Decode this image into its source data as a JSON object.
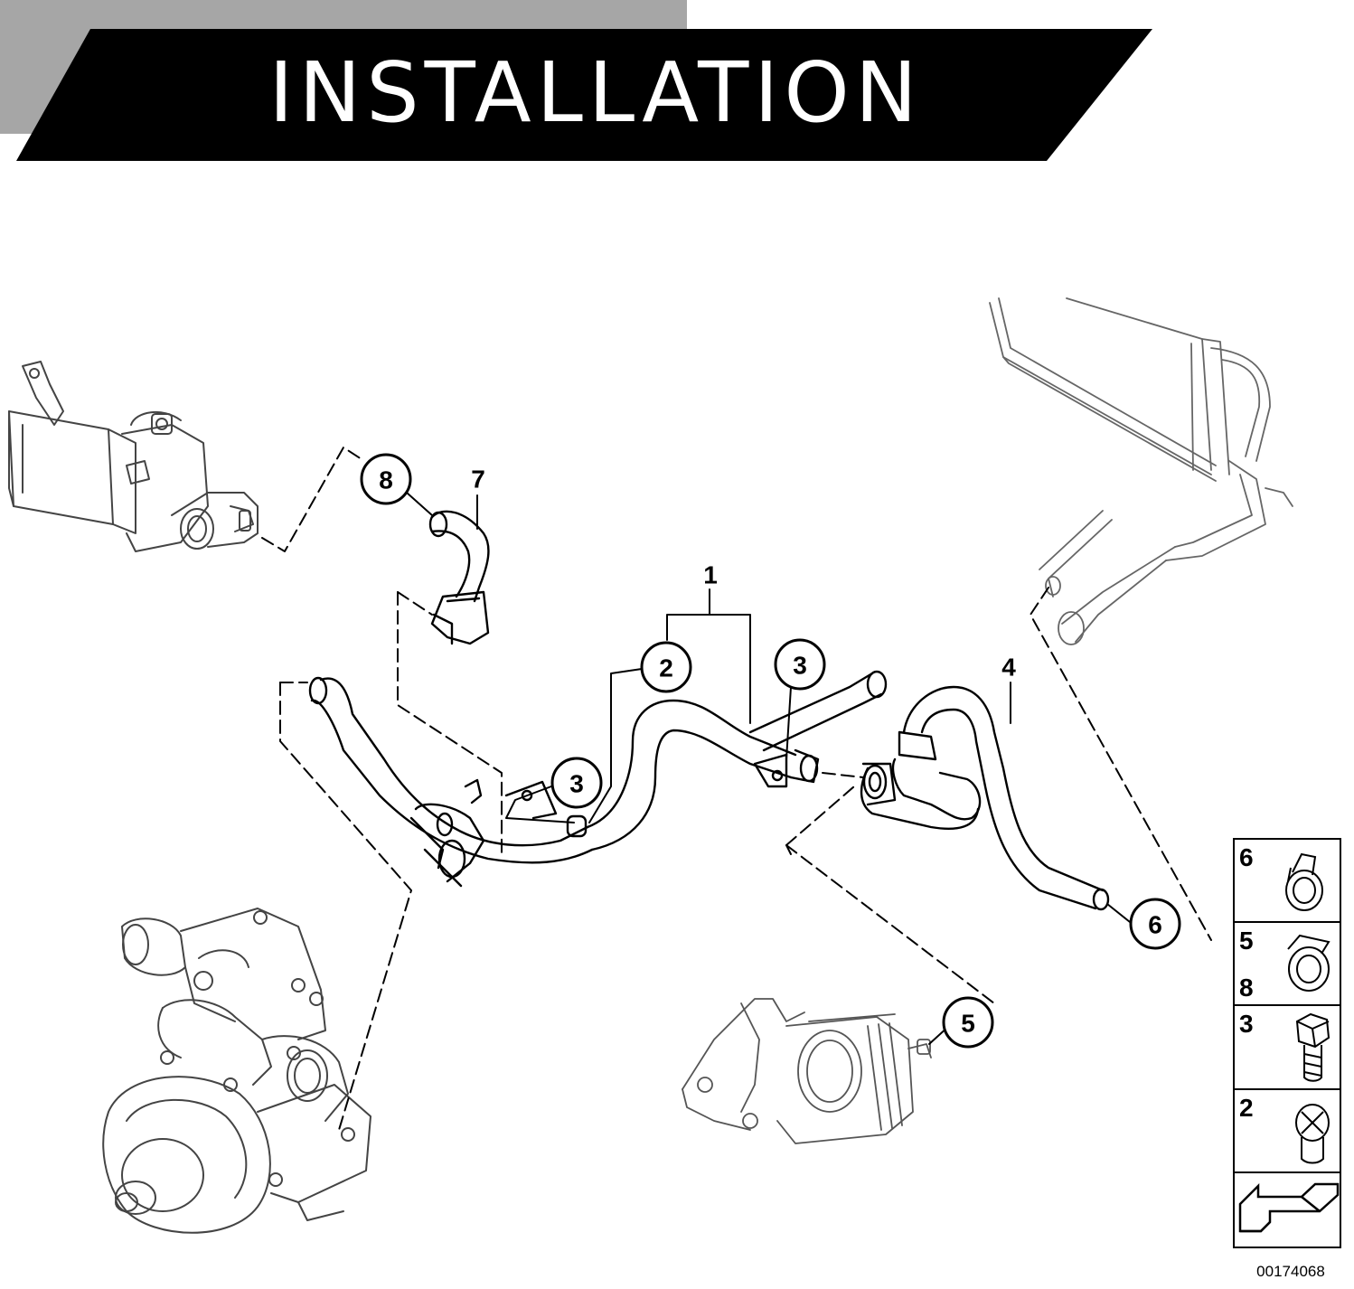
{
  "banner": {
    "title": "INSTALLATION"
  },
  "callouts": {
    "c8": "8",
    "c7": "7",
    "c1": "1",
    "c2": "2",
    "c3a": "3",
    "c3b": "3",
    "c4": "4",
    "c6": "6",
    "c5": "5"
  },
  "legend": {
    "items": [
      {
        "labels": "6",
        "part": "hose clamp"
      },
      {
        "labels": "5\n8",
        "part": "spring clamp"
      },
      {
        "labels": "3",
        "part": "hex bolt"
      },
      {
        "labels": "2",
        "part": "screw"
      }
    ],
    "row1": "6",
    "row2a": "5",
    "row2b": "8",
    "row3": "3",
    "row4": "2"
  },
  "diagram_code": "00174068",
  "colors": {
    "ink": "#000000",
    "banner": "#000000",
    "accent_gray": "#a6a6a6",
    "line_gray": "#555555"
  }
}
